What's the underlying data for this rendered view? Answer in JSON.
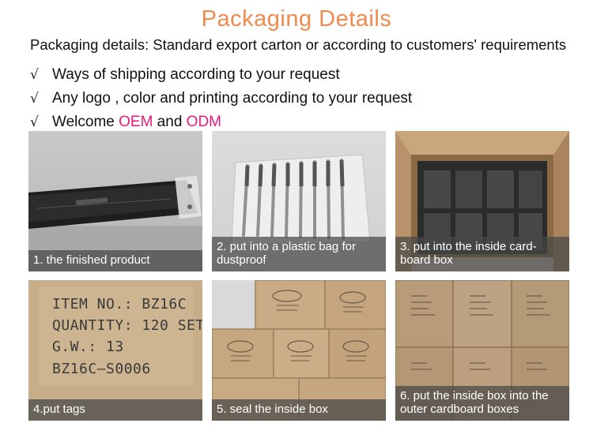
{
  "header": {
    "title": "Packaging Details",
    "intro": "Packaging details: Standard export carton or according to customers' requirements"
  },
  "bullets": [
    {
      "text": "Ways of shipping according to your request"
    },
    {
      "text": "Any logo , color and printing according to your request"
    },
    {
      "prefix": "Welcome ",
      "hl1": "OEM",
      "middle": " and ",
      "hl2": "ODM"
    }
  ],
  "check_glyph": "√",
  "steps": [
    {
      "caption": "1. the finished product"
    },
    {
      "caption": "2. put into a plastic bag for dustproof"
    },
    {
      "caption": "3. put into the inside card-board box"
    },
    {
      "caption": "4.put tags"
    },
    {
      "caption": "5. seal the inside box"
    },
    {
      "caption": "6. put the inside box into the outer cardboard boxes"
    }
  ],
  "tag_label": {
    "line1": "ITEM NO.: BZ16C",
    "line2": "QUANTITY: 120 SET",
    "line3": "G.W.: 13",
    "line4": "BZ16C—S0006"
  },
  "colors": {
    "title": "#f08a4e",
    "highlight": "#e8197d",
    "caption_bg": "rgba(70,70,70,0.72)"
  }
}
